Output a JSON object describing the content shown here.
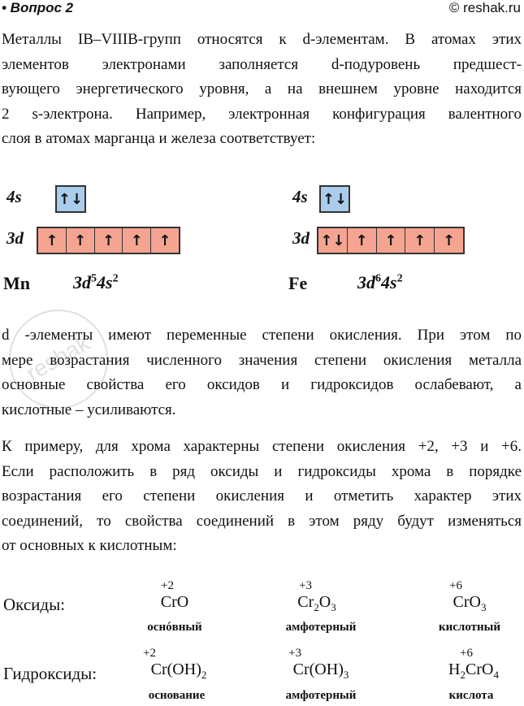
{
  "header": {
    "title": "• Вопрос 2",
    "site": "© reshak.ru"
  },
  "intro_lines": [
    "Металлы IB–VIIIB-групп относятся к d-элементам. В атомах этих",
    "элементов электронами заполняется d-подуровень предшест-",
    "вующего энергетического уровня, а на внешнем уровне находится",
    "2 s-электрона. Например, электронная конфигурация валентного",
    "слоя в атомах марганца и железа соответствует:"
  ],
  "diagram": {
    "label_4s": "4s",
    "label_3d": "3d",
    "mn": {
      "s_cells": [
        "↑↓"
      ],
      "d_cells": [
        "↑",
        "↑",
        "↑",
        "↑",
        "↑"
      ],
      "element": "Mn",
      "config_base_1": "3d",
      "config_exp_1": "5",
      "config_base_2": "4s",
      "config_exp_2": "2"
    },
    "fe": {
      "s_cells": [
        "↑↓"
      ],
      "d_cells": [
        "↑↓",
        "↑",
        "↑",
        "↑",
        "↑"
      ],
      "element": "Fe",
      "config_base_1": "3d",
      "config_exp_1": "6",
      "config_base_2": "4s",
      "config_exp_2": "2"
    },
    "colors": {
      "s_fill": "#a9cdea",
      "d_fill": "#f4a491"
    }
  },
  "para2_lines": [
    "d -элементы имеют переменные степени окисления. При этом по",
    "мере возрастания численного значения степени окисления металла",
    "основные свойства его оксидов и гидроксидов ослабевают, а",
    "кислотные – усиливаются."
  ],
  "para3_lines": [
    "К примеру, для хрома характерны степени окисления +2, +3 и +6.",
    "Если расположить в ряд оксиды и гидроксиды хрома в порядке",
    "возрастания его степени окисления и отметить характер этих",
    "соединений, то свойства соединений в этом ряду будут изменяться",
    "от основных к кислотным:"
  ],
  "table": {
    "row1_label": "Оксиды:",
    "row2_label": "Гидроксиды:",
    "oxides": [
      {
        "ox": "+2",
        "formula_html": "CrO",
        "prop": "оснóвный"
      },
      {
        "ox": "+3",
        "formula_html": "Cr<sub>2</sub>O<sub>3</sub>",
        "prop": "амфотерный"
      },
      {
        "ox": "+6",
        "formula_html": "CrO<sub>3</sub>",
        "prop": "кислотный"
      }
    ],
    "hydroxides": [
      {
        "ox": "+2",
        "formula_html": "Cr(OH)<sub>2</sub>",
        "prop": "основание"
      },
      {
        "ox": "+3",
        "formula_html": "Cr(OH)<sub>3</sub>",
        "prop": "амфотерный"
      },
      {
        "ox": "+6",
        "formula_html": "H<sub>2</sub>CrO<sub>4</sub>",
        "prop": "кислота"
      }
    ]
  }
}
